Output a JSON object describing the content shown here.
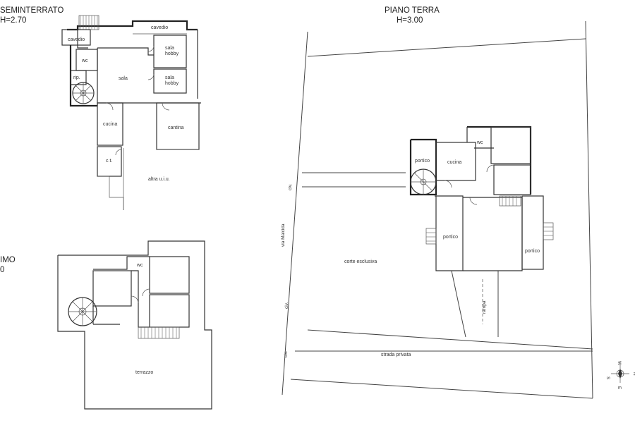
{
  "titles": {
    "seminterrato": "SEMINTERRATO",
    "seminterrato_h": "H=2.70",
    "piano_terra": "PIANO TERRA",
    "piano_terra_h": "H=3.00",
    "primo": "IMO",
    "primo_h": "0"
  },
  "basement_rooms": {
    "cavedio_1": "cavedio",
    "cavedio_2": "cavedio",
    "wc": "wc",
    "rip": "rip.",
    "sala": "sala",
    "sala_hobby_1": "sala\nhobby",
    "sala_hobby_2": "sala\nhobby",
    "cucina": "cucina",
    "cantina": "cantina",
    "ct": "c.t.",
    "altra_uiu": "altra u.i.u."
  },
  "upper_rooms": {
    "wc": "wc",
    "terrazzo": "terrazzo"
  },
  "ground_rooms": {
    "wc": "wc",
    "portico_1": "portico",
    "cucina": "cucina",
    "portico_2": "portico",
    "portico_3": "portico",
    "corte_esclusiva": "corte esclusiva",
    "rampa": "rampa",
    "strada_privata": "strada privata",
    "via_malcida": "via Malcida",
    "civ_1": "civ.",
    "civ_2": "civ.",
    "civ_3": "civ."
  },
  "compass": {
    "north": "N",
    "south": "S",
    "east": "E",
    "west": "W"
  }
}
